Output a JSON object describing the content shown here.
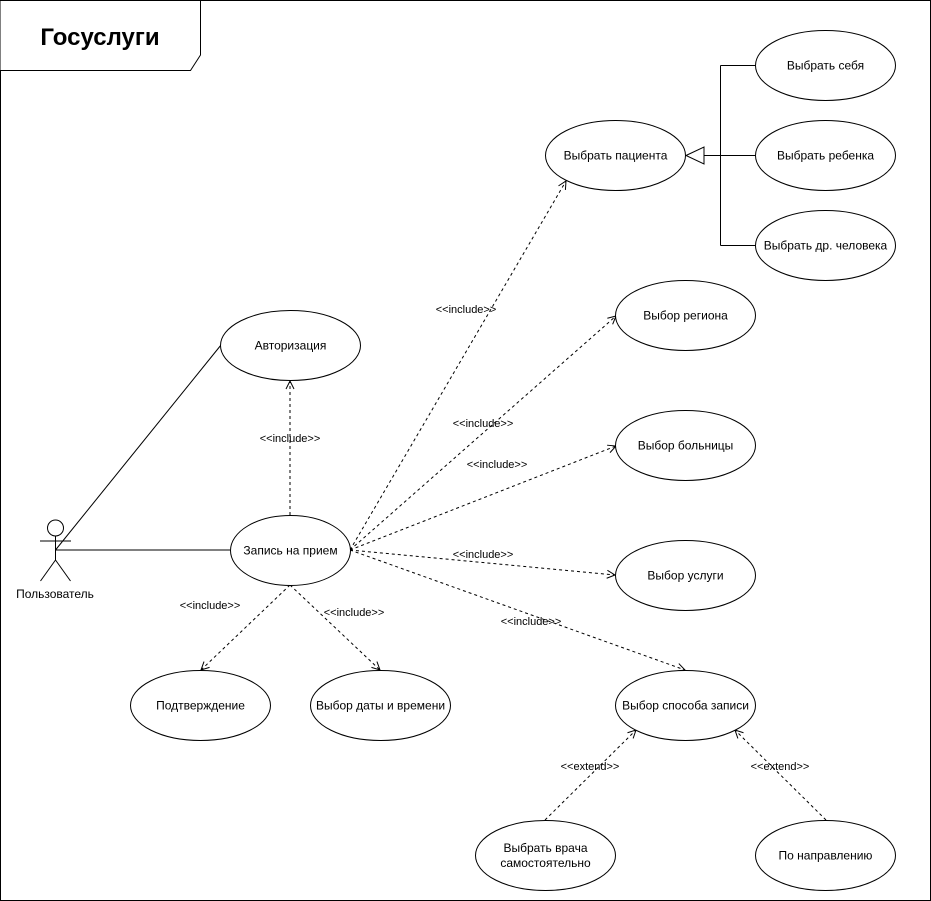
{
  "diagram": {
    "title": "Госуслуги",
    "actor": {
      "label": "Пользователь"
    },
    "use_cases": {
      "auth": "Авторизация",
      "booking": "Запись на прием",
      "patient": "Выбрать пациента",
      "self": "Выбрать себя",
      "child": "Выбрать ребенка",
      "other": "Выбрать др. человека",
      "region": "Выбор региона",
      "hospital": "Выбор больницы",
      "service": "Выбор услуги",
      "method": "Выбор способа записи",
      "confirm": "Подтверждение",
      "datetime": "Выбор даты и времени",
      "doctor_line1": "Выбрать врача",
      "doctor_line2": "самостоятельно",
      "referral": "По направлению"
    },
    "relations": {
      "include": "<<include>>",
      "extend": "<<extend>>"
    }
  }
}
